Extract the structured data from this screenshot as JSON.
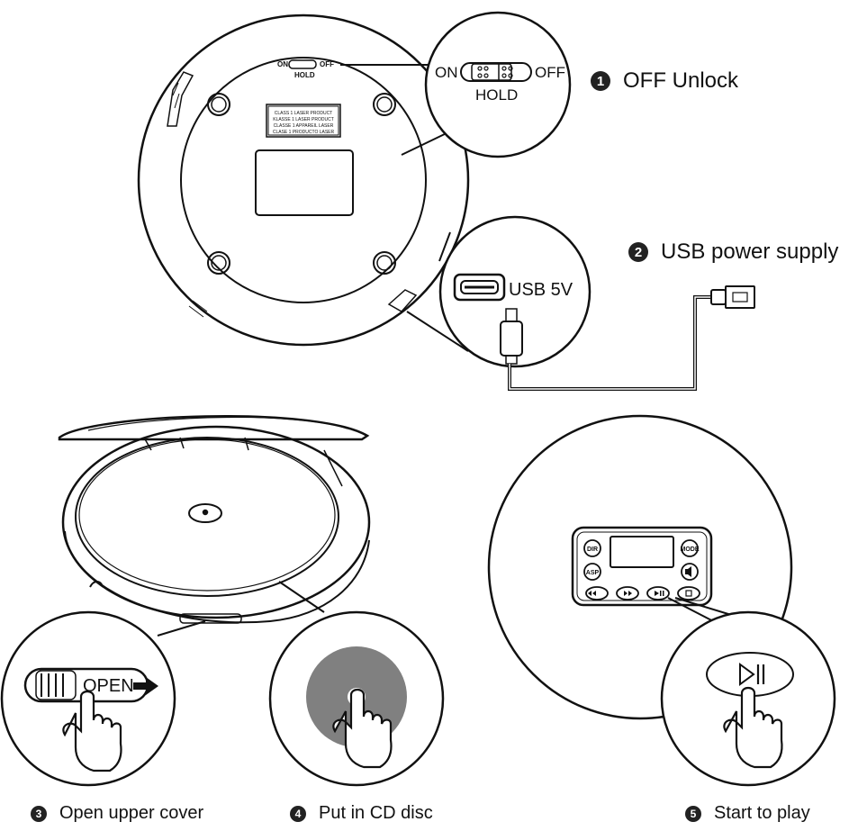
{
  "steps": [
    {
      "number": "1",
      "text": "OFF Unlock"
    },
    {
      "number": "2",
      "text": "USB power supply"
    },
    {
      "number": "3",
      "text": "Open upper cover"
    },
    {
      "number": "4",
      "text": "Put in CD disc"
    },
    {
      "number": "5",
      "text": "Start to play"
    }
  ],
  "hold_switch": {
    "on": "ON",
    "off": "OFF",
    "hold": "HOLD"
  },
  "usb_label": "USB 5V",
  "open_label": "OPEN",
  "laser_label": [
    "CLASS 1 LASER PRODUCT",
    "KLASSE 1 LASER PRODUCT",
    "CLASSE 1 APPAREIL LASER",
    "CLASE 1 PRODUCTO LASER"
  ],
  "buttons": {
    "dir": "DIR",
    "mode": "MODE",
    "asp": "ASP"
  }
}
